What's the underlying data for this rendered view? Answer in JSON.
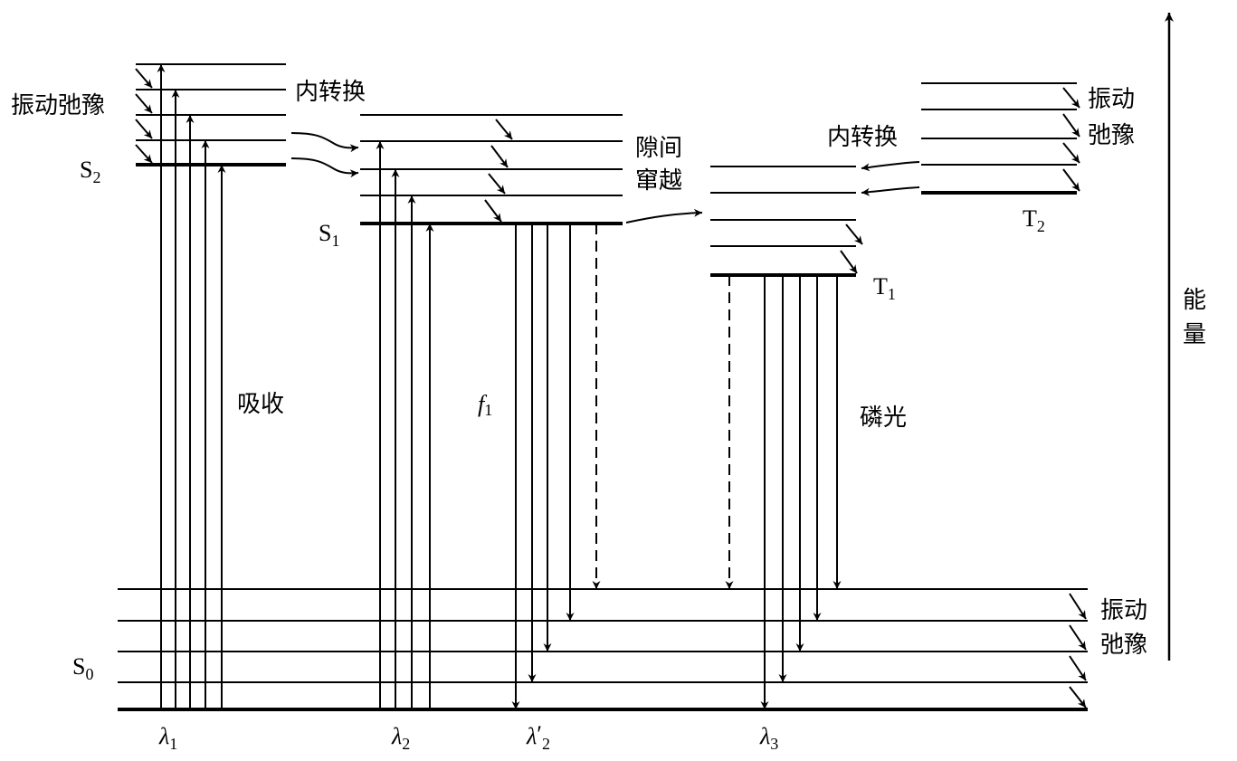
{
  "diagram": {
    "type": "jablonski",
    "axis_label": "能量",
    "states": [
      {
        "id": "S2",
        "label": "S",
        "sub": "2",
        "levels": 5
      },
      {
        "id": "S1",
        "label": "S",
        "sub": "1",
        "levels": 5
      },
      {
        "id": "T1",
        "label": "T",
        "sub": "1",
        "levels": 5
      },
      {
        "id": "T2",
        "label": "T",
        "sub": "2",
        "levels": 5
      },
      {
        "id": "S0",
        "label": "S",
        "sub": "0",
        "levels": 5
      }
    ],
    "annotations": {
      "vib_relax_left": "振动弛豫",
      "internal_conversion_1": "内转换",
      "isc_line1": "隙间",
      "isc_line2": "窜越",
      "internal_conversion_2": "内转换",
      "vib_relax_t2_line1": "振动",
      "vib_relax_t2_line2": "弛豫",
      "absorption": "吸收",
      "fluorescence": "f",
      "fluorescence_sub": "1",
      "phosphorescence": "磷光",
      "vib_relax_s0_line1": "振动",
      "vib_relax_s0_line2": "弛豫"
    },
    "wavelengths": [
      {
        "id": "lambda1",
        "symbol": "λ",
        "prime": "",
        "sub": "1"
      },
      {
        "id": "lambda2",
        "symbol": "λ",
        "prime": "",
        "sub": "2"
      },
      {
        "id": "lambda2p",
        "symbol": "λ",
        "prime": "′",
        "sub": "2"
      },
      {
        "id": "lambda3",
        "symbol": "λ",
        "prime": "",
        "sub": "3"
      }
    ],
    "transitions": {
      "absorption_to_S2": 5,
      "absorption_to_S1": 4,
      "fluorescence": 4,
      "fluorescence_nonradiative_dashed": 1,
      "phosphorescence": 5,
      "phosphorescence_nonradiative_dashed": 1
    }
  }
}
